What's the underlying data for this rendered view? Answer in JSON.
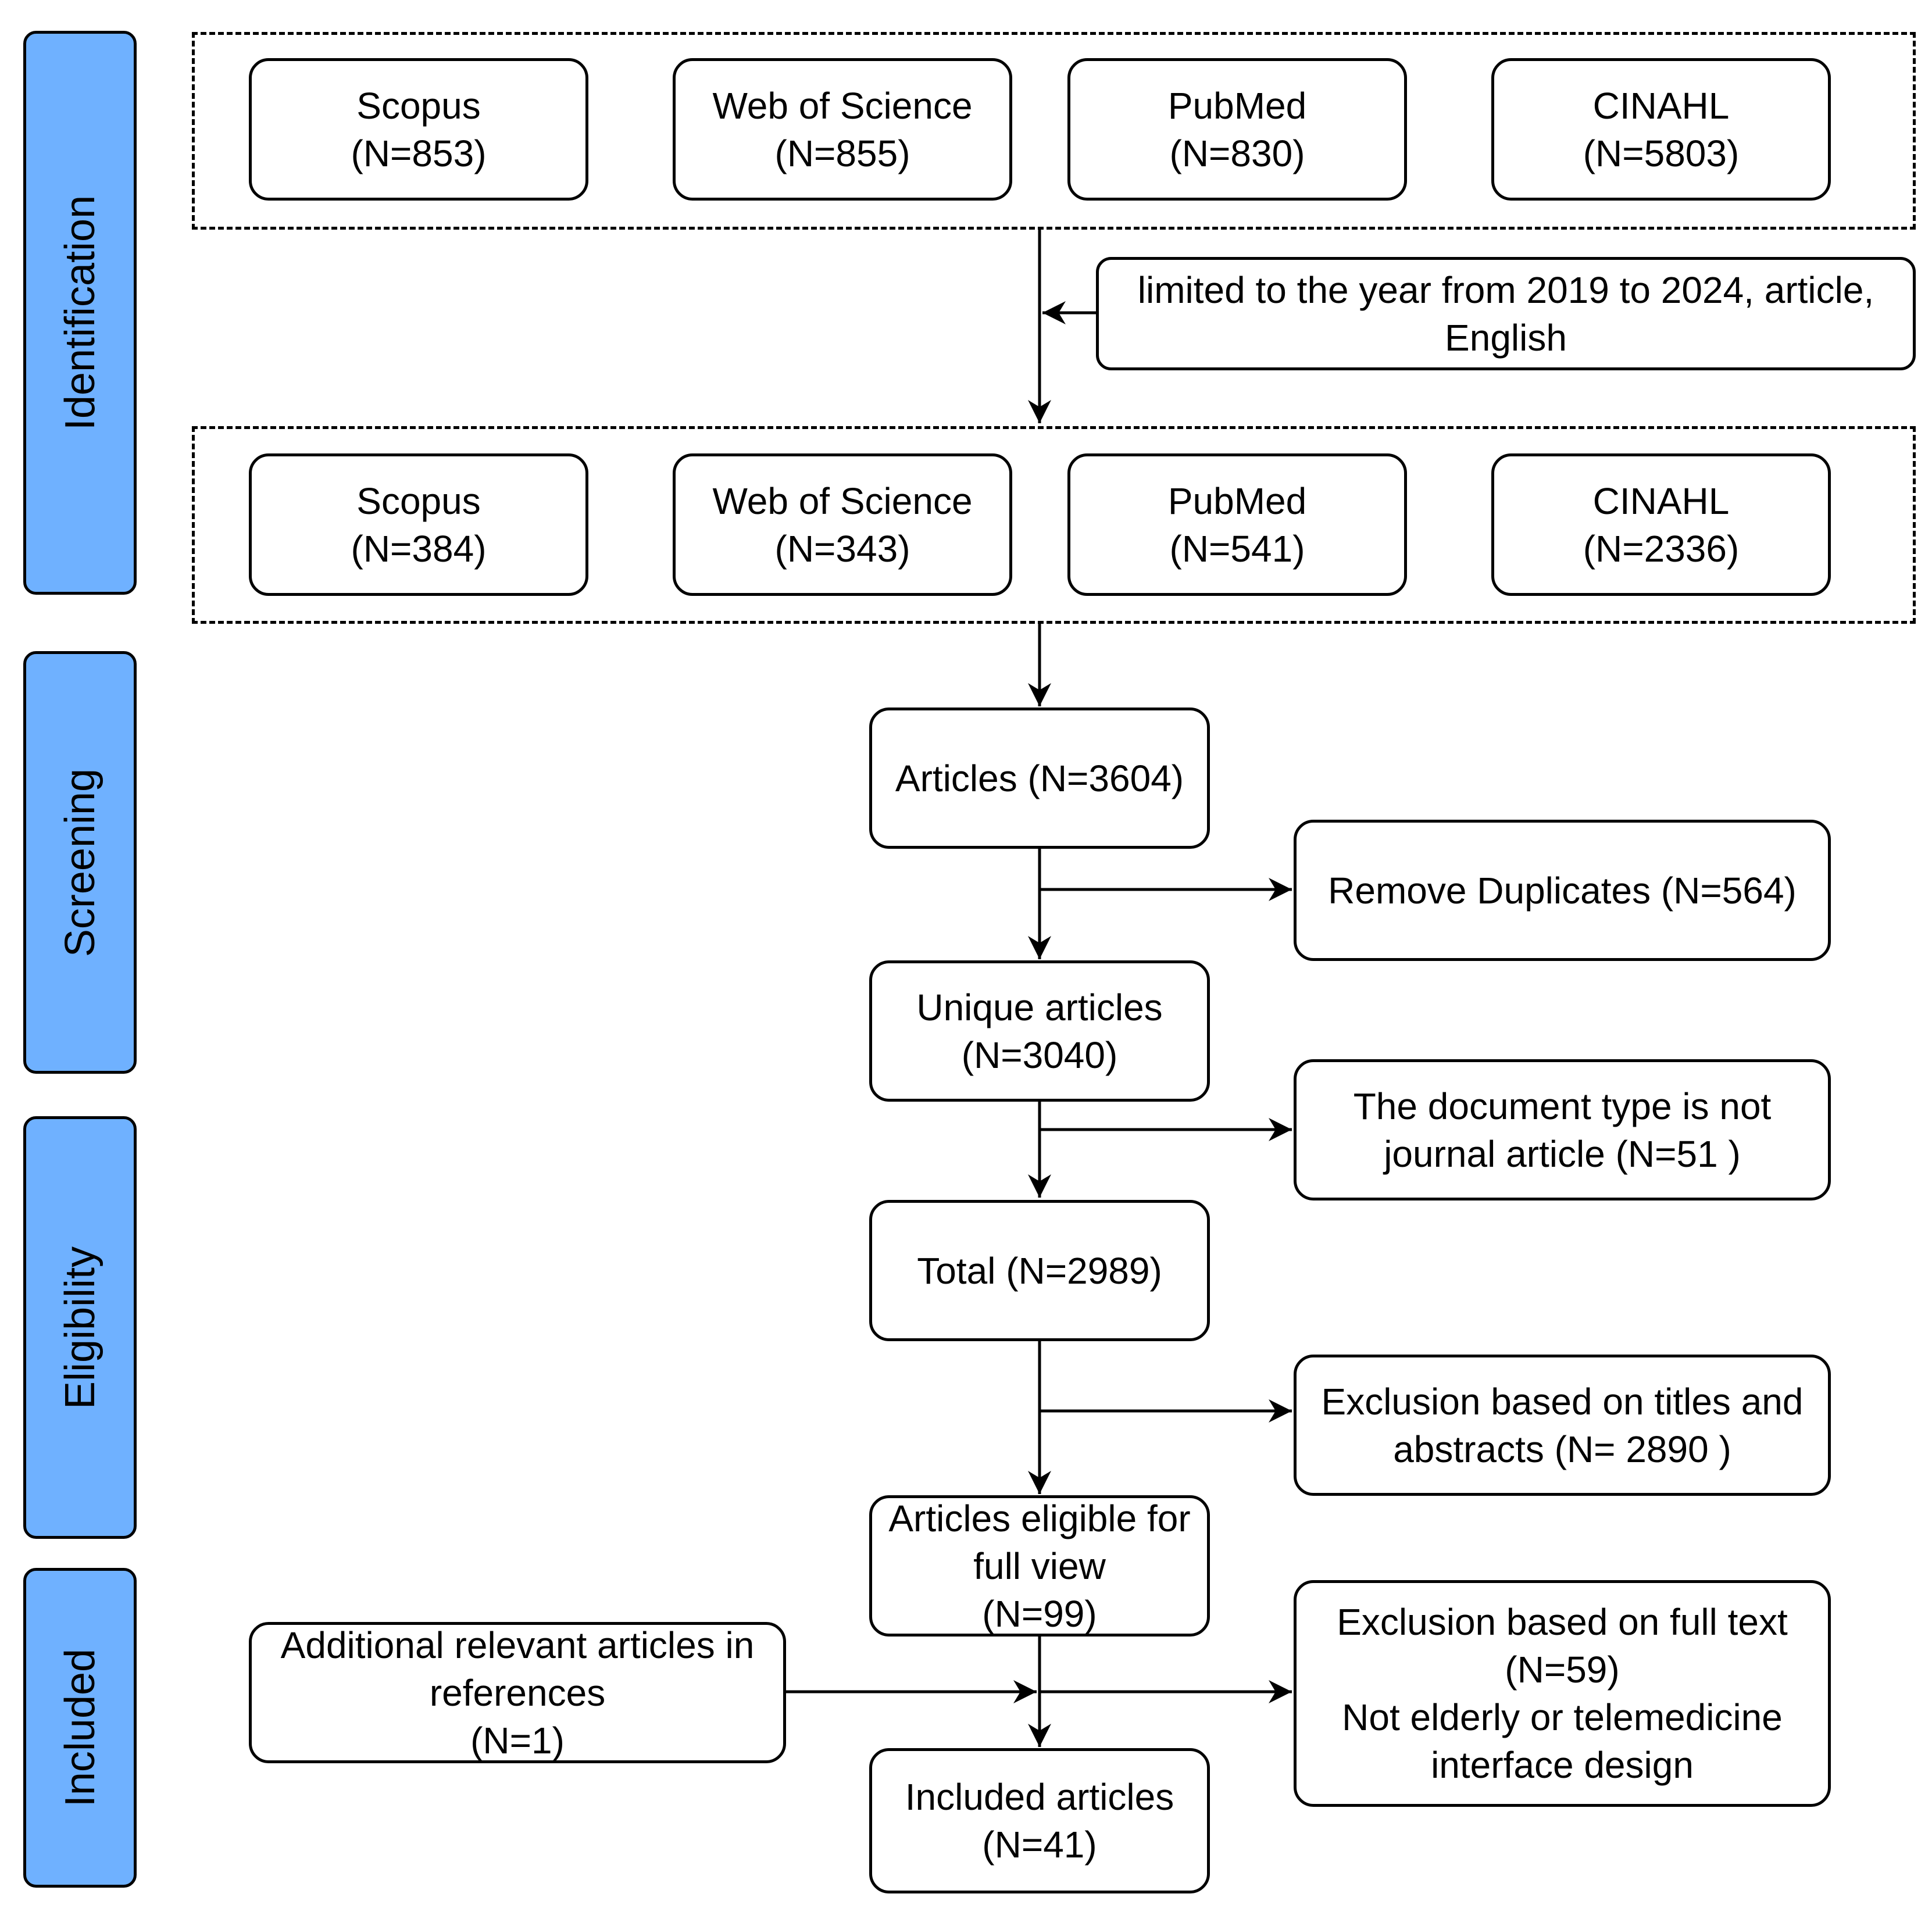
{
  "phases": {
    "identification": "Identification",
    "screening": "Screening",
    "eligibility": "Eligibility",
    "included": "Included"
  },
  "initial_search": [
    {
      "name": "Scopus",
      "count": "(N=853)"
    },
    {
      "name": "Web of Science",
      "count": "(N=855)"
    },
    {
      "name": "PubMed",
      "count": "(N=830)"
    },
    {
      "name": "CINAHL",
      "count": "(N=5803)"
    }
  ],
  "filter_note": "limited to the year from 2019 to 2024, article,\nEnglish",
  "filtered_search": [
    {
      "name": "Scopus",
      "count": "(N=384)"
    },
    {
      "name": "Web of Science",
      "count": "(N=343)"
    },
    {
      "name": "PubMed",
      "count": "(N=541)"
    },
    {
      "name": "CINAHL",
      "count": "(N=2336)"
    }
  ],
  "flow": {
    "articles": "Articles (N=3604)",
    "remove_duplicates": "Remove Duplicates (N=564)",
    "unique_articles": "Unique articles\n(N=3040)",
    "not_journal": "The document type is not\njournal article (N=51 )",
    "total": "Total (N=2989)",
    "exclusion_titles": "Exclusion based on titles and\nabstracts (N= 2890 )",
    "eligible_full_view": "Articles eligible for\nfull view\n(N=99)",
    "additional_refs": "Additional relevant articles in\nreferences\n(N=1)",
    "exclusion_full_text": "Exclusion based on full text\n(N=59)\nNot elderly or telemedicine\ninterface design",
    "included_articles": "Included articles\n(N=41)"
  }
}
